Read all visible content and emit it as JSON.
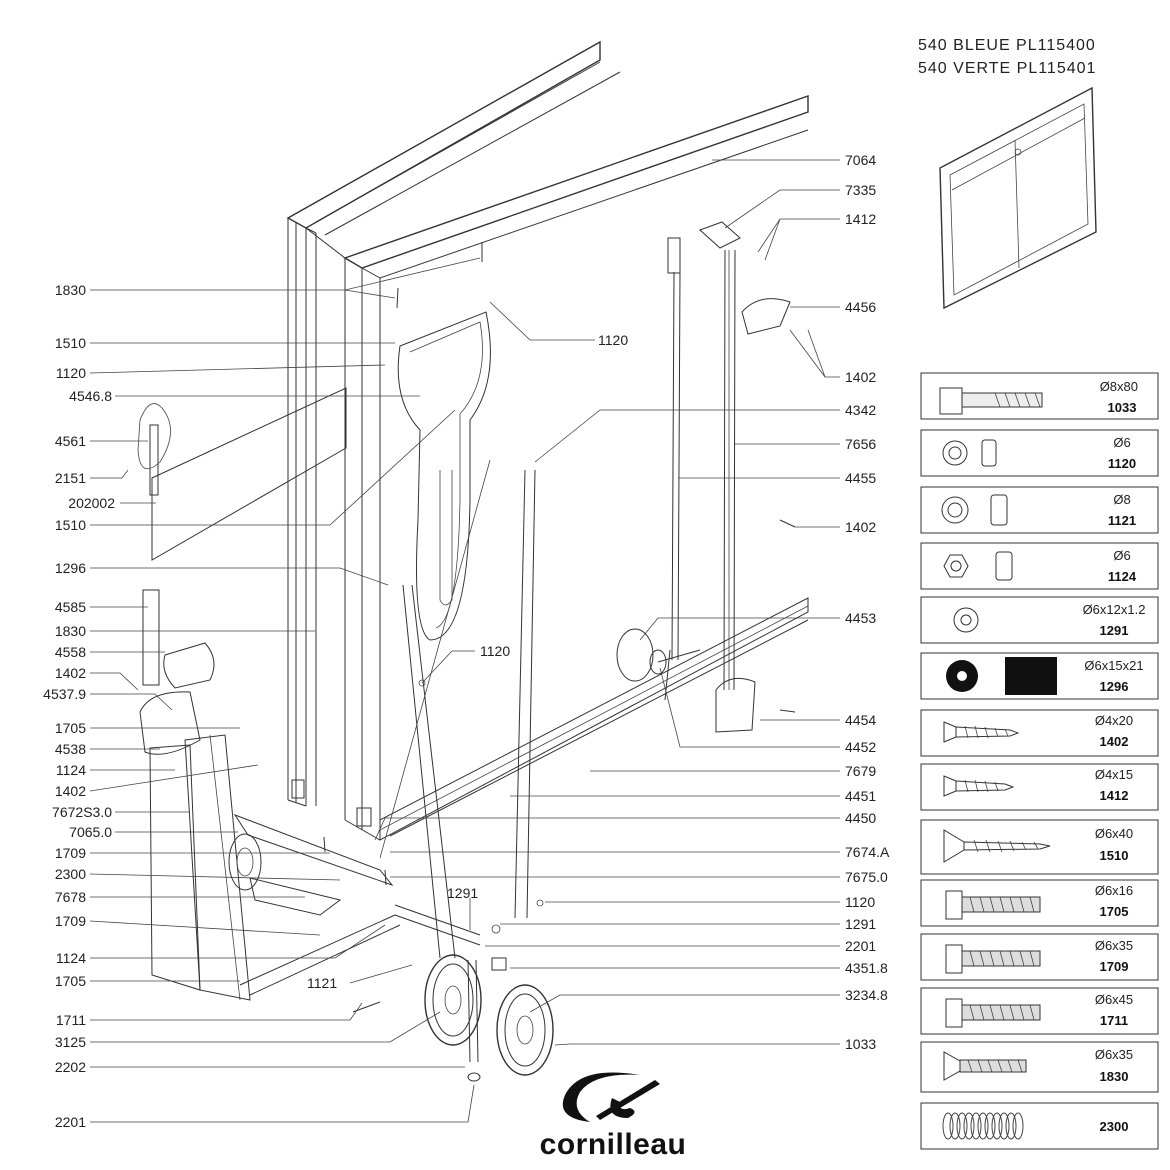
{
  "header": {
    "line1": "540  BLEUE  PL115400",
    "line2": "540  VERTE  PL115401"
  },
  "brand": {
    "name": "cornilleau"
  },
  "left_labels": [
    "1830",
    "1510",
    "1120",
    "4546.8",
    "4561",
    "2151",
    "202002",
    "1510",
    "1296",
    "4585",
    "1830",
    "4558",
    "1402",
    "4537.9",
    "1705",
    "4538",
    "1124",
    "1402",
    "7672S3.0",
    "7065.0",
    "1709",
    "2300",
    "7678",
    "1709",
    "1124",
    "1705",
    "1711",
    "3125",
    "2202",
    "2201"
  ],
  "right_labels": [
    "7064",
    "7335",
    "1412",
    "4456",
    "1402",
    "4342",
    "7656",
    "4455",
    "1402",
    "4453",
    "4454",
    "4452",
    "7679",
    "4451",
    "4450",
    "7674.A",
    "7675.0",
    "1120",
    "1291",
    "2201",
    "4351.8",
    "3234.8",
    "1033"
  ],
  "inner_labels": [
    "1120",
    "1120",
    "1291",
    "1121"
  ],
  "hardware": [
    {
      "size": "Ø8x80",
      "code": "1033",
      "icon": "bolt-long-icon"
    },
    {
      "size": "Ø6",
      "code": "1120",
      "icon": "nut-washer-icon"
    },
    {
      "size": "Ø8",
      "code": "1121",
      "icon": "nut-washer-icon"
    },
    {
      "size": "Ø6",
      "code": "1124",
      "icon": "hex-nut-icon"
    },
    {
      "size": "Ø6x12x1.2",
      "code": "1291",
      "icon": "washer-icon"
    },
    {
      "size": "Ø6x15x21",
      "code": "1296",
      "icon": "black-washer-icon"
    },
    {
      "size": "Ø4x20",
      "code": "1402",
      "icon": "wood-screw-icon"
    },
    {
      "size": "Ø4x15",
      "code": "1412",
      "icon": "wood-screw-icon"
    },
    {
      "size": "Ø6x40",
      "code": "1510",
      "icon": "countersunk-screw-icon"
    },
    {
      "size": "Ø6x16",
      "code": "1705",
      "icon": "hex-bolt-icon"
    },
    {
      "size": "Ø6x35",
      "code": "1709",
      "icon": "hex-bolt-icon"
    },
    {
      "size": "Ø6x45",
      "code": "1711",
      "icon": "hex-bolt-icon"
    },
    {
      "size": "Ø6x35",
      "code": "1830",
      "icon": "countersunk-bolt-icon"
    },
    {
      "size": "",
      "code": "2300",
      "icon": "spring-washer-icon"
    }
  ]
}
